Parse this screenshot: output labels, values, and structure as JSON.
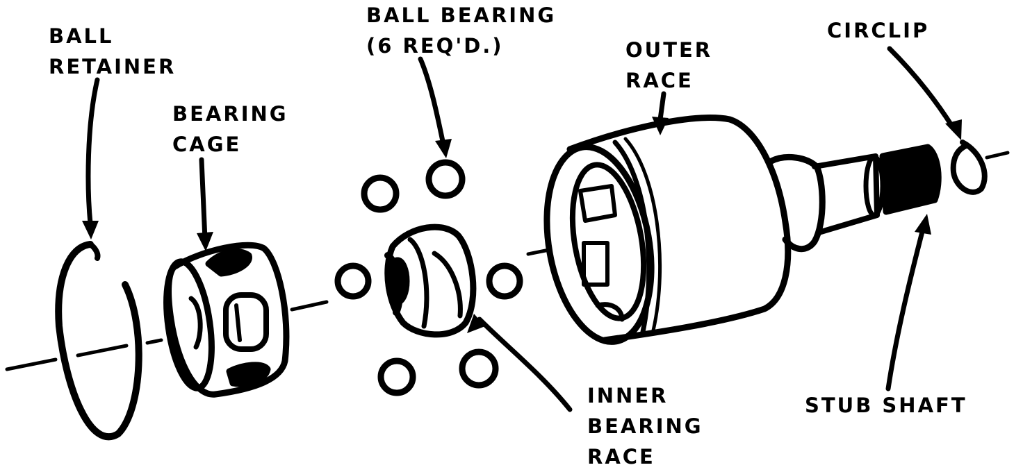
{
  "labels": {
    "ball_retainer": [
      "BALL",
      "RETAINER"
    ],
    "bearing_cage": [
      "BEARING",
      "CAGE"
    ],
    "ball_bearing": [
      "BALL BEARING",
      "(6 REQ'D.)"
    ],
    "outer_race": [
      "OUTER",
      "RACE"
    ],
    "circlip": [
      "CIRCLIP"
    ],
    "inner_bearing_race": [
      "INNER",
      "BEARING",
      "RACE"
    ],
    "stub_shaft": [
      "STUB SHAFT"
    ]
  },
  "colors": {
    "ink": "#000000",
    "paper": "#ffffff"
  }
}
